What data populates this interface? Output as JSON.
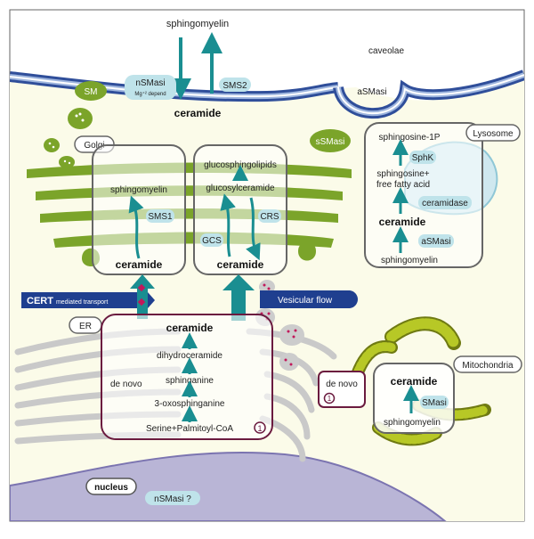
{
  "membrane": {
    "caveolae_label": "caveolae",
    "asmasi_label": "aSMasi",
    "sphingomyelin_top": "sphingomyelin",
    "ceramide_top": "ceramide",
    "nsmasi_label": "nSMasi",
    "nsmasi_sub": "Mg⁺² depend",
    "sms2_label": "SMS2",
    "sm_label": "SM",
    "ssmasi_label": "sSMasi"
  },
  "golgi": {
    "label": "Golgi",
    "left_box": {
      "product": "sphingomyelin",
      "enzyme": "SMS1",
      "substrate": "ceramide"
    },
    "right_box": {
      "product_top": "glucosphingolipids",
      "intermediate": "glucosylceramide",
      "enzyme_left": "GCS",
      "enzyme_right": "CRS",
      "substrate": "ceramide"
    }
  },
  "transport": {
    "cert_bold": "CERT",
    "cert_rest": "mediated transport",
    "vesicular": "Vesicular flow"
  },
  "lysosome": {
    "label": "Lysosome",
    "s1p": "sphingosine-1P",
    "sphk": "SphK",
    "sph_line1": "sphingosine+",
    "sph_line2": "free fatty acid",
    "ceramidase": "ceramidase",
    "ceramide": "ceramide",
    "asmasi": "aSMasi",
    "sphingomyelin": "sphingomyelin"
  },
  "er": {
    "label": "ER",
    "ceramide": "ceramide",
    "dihydroceramide": "dihydroceramide",
    "sphinganine": "sphinganine",
    "de_novo": "de novo",
    "oxo": "3-oxosphinganine",
    "serine": "Serine+Palmitoyl-CoA",
    "num": "1"
  },
  "mito": {
    "label": "Mitochondria",
    "ceramide": "ceramide",
    "smasi": "SMasi",
    "sphingomyelin": "sphingomyelin",
    "de_novo": "de novo",
    "num": "1"
  },
  "nucleus": {
    "label": "nucleus",
    "nsmasi": "nSMasi ?"
  },
  "colors": {
    "teal": "#1a8e91",
    "navy": "#1f3f8f",
    "olive": "#7ba42a",
    "maroon": "#6b1b3f",
    "pill": "#bfe3ea",
    "cream": "#fbfbe9",
    "grey": "#8a8a8a",
    "mito": "#b7c826",
    "nucleus": "#b9b5d6"
  }
}
